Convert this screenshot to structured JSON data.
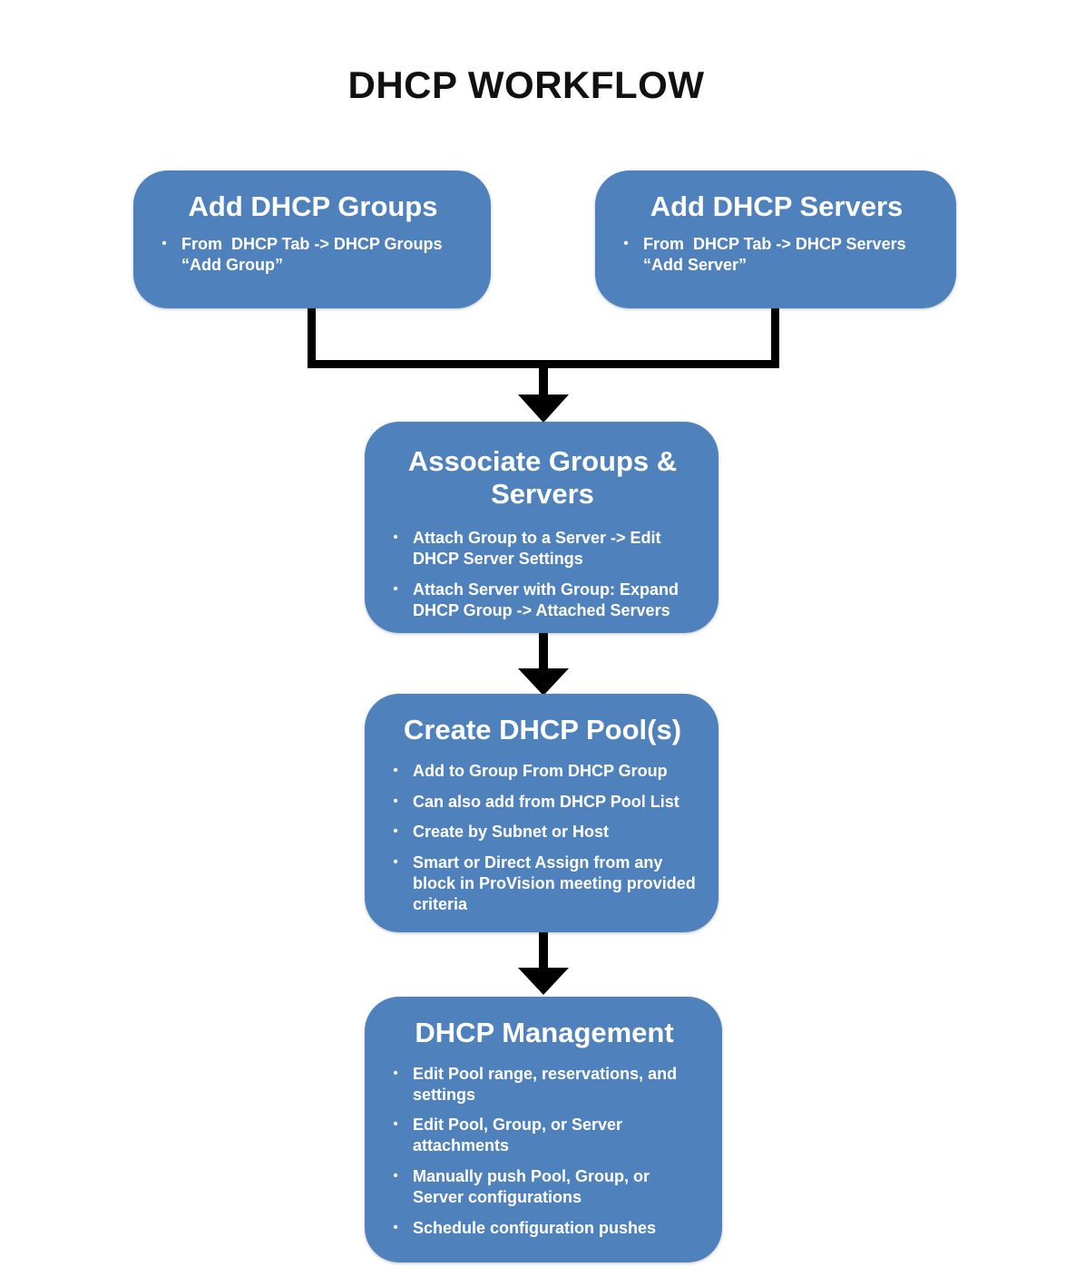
{
  "title": "DHCP WORKFLOW",
  "bullet_char": "•",
  "icons": {
    "flow_arrow": "arrow-down"
  },
  "colors": {
    "node_fill": "#4f81bd",
    "node_text": "#ffffff",
    "connector": "#000000",
    "title_text": "#111111",
    "page_bg": "#ffffff"
  },
  "nodes": [
    {
      "id": "add-dhcp-groups",
      "title": "Add DHCP Groups",
      "bullets": [
        "From  DHCP Tab -> DHCP Groups\n“Add Group”"
      ]
    },
    {
      "id": "add-dhcp-servers",
      "title": "Add DHCP Servers",
      "bullets": [
        "From  DHCP Tab -> DHCP Servers\n“Add Server”"
      ]
    },
    {
      "id": "associate-groups-servers",
      "title": "Associate Groups &\nServers",
      "bullets": [
        "Attach Group to a Server -> Edit\nDHCP Server Settings",
        "Attach Server with Group: Expand\nDHCP Group -> Attached Servers"
      ]
    },
    {
      "id": "create-dhcp-pools",
      "title": "Create DHCP Pool(s)",
      "bullets": [
        "Add to Group From DHCP Group",
        "Can also add from DHCP Pool List",
        "Create by Subnet or Host",
        "Smart or Direct Assign from any\nblock in ProVision meeting provided\ncriteria"
      ]
    },
    {
      "id": "dhcp-management",
      "title": "DHCP Management",
      "bullets": [
        "Edit Pool range, reservations, and\nsettings",
        "Edit Pool, Group, or Server\nattachments",
        "Manually push Pool, Group, or\nServer configurations",
        "Schedule configuration pushes"
      ]
    }
  ]
}
